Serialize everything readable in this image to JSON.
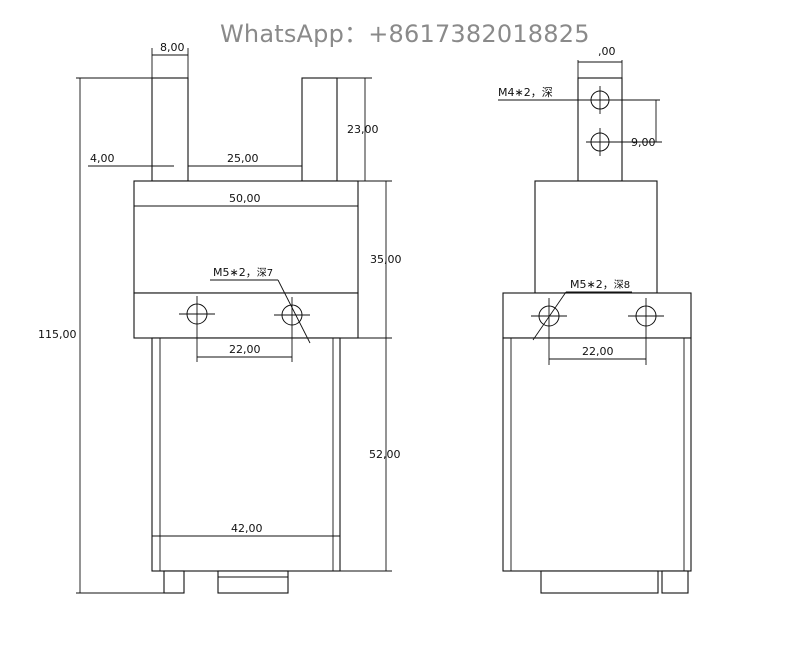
{
  "watermark": "WhatsApp：+8617382018825",
  "front_view": {
    "dim_width_finger": "8,00",
    "dim_finger_height": "23,00",
    "dim_offset": "4,00",
    "dim_gap": "25,00",
    "dim_body_width": "50,00",
    "dim_upper_height": "35,00",
    "hole_callout": "M5∗2，",
    "hole_depth": "深7",
    "dim_hole_pitch": "22,00",
    "dim_total_height": "115,00",
    "dim_lower_height": "52,00",
    "dim_base_width": "42,00"
  },
  "side_view": {
    "dim_top_width": ",00",
    "hole_callout_top": "M4∗2，深",
    "dim_hole_spacing": "9,00",
    "hole_callout": "M5∗2，",
    "hole_depth": "深8",
    "dim_hole_pitch": "22,00"
  }
}
